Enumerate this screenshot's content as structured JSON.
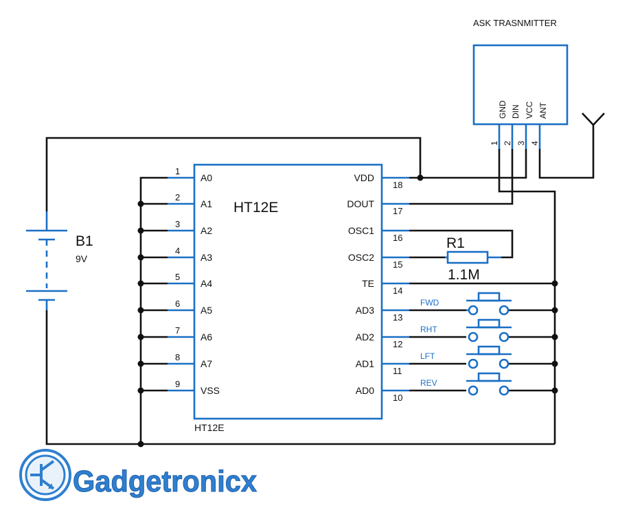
{
  "transmitter": {
    "title": "ASK TRASNMITTER",
    "pins": [
      {
        "name": "GND",
        "number": "1"
      },
      {
        "name": "DIN",
        "number": "2"
      },
      {
        "name": "VCC",
        "number": "3"
      },
      {
        "name": "ANT",
        "number": "4"
      }
    ]
  },
  "encoder": {
    "title": "HT12E",
    "footer": "HT12E",
    "left_pins": [
      {
        "label": "A0",
        "number": "1"
      },
      {
        "label": "A1",
        "number": "2"
      },
      {
        "label": "A2",
        "number": "3"
      },
      {
        "label": "A3",
        "number": "4"
      },
      {
        "label": "A4",
        "number": "5"
      },
      {
        "label": "A5",
        "number": "6"
      },
      {
        "label": "A6",
        "number": "7"
      },
      {
        "label": "A7",
        "number": "8"
      },
      {
        "label": "VSS",
        "number": "9"
      }
    ],
    "right_pins": [
      {
        "label": "VDD",
        "number": "18"
      },
      {
        "label": "DOUT",
        "number": "17"
      },
      {
        "label": "OSC1",
        "number": "16"
      },
      {
        "label": "OSC2",
        "number": "15"
      },
      {
        "label": "TE",
        "number": "14"
      },
      {
        "label": "AD3",
        "number": "13"
      },
      {
        "label": "AD2",
        "number": "12"
      },
      {
        "label": "AD1",
        "number": "11"
      },
      {
        "label": "AD0",
        "number": "10"
      }
    ]
  },
  "battery": {
    "name": "B1",
    "value": "9V"
  },
  "resistor": {
    "name": "R1",
    "value": "1.1M"
  },
  "switches": [
    "FWD",
    "RHT",
    "LFT",
    "REV"
  ],
  "brand": {
    "name": "Gadgetronicx"
  },
  "colors": {
    "wire": "#111111",
    "component": "#1a6fc4",
    "brand": "#2f7fd0"
  }
}
